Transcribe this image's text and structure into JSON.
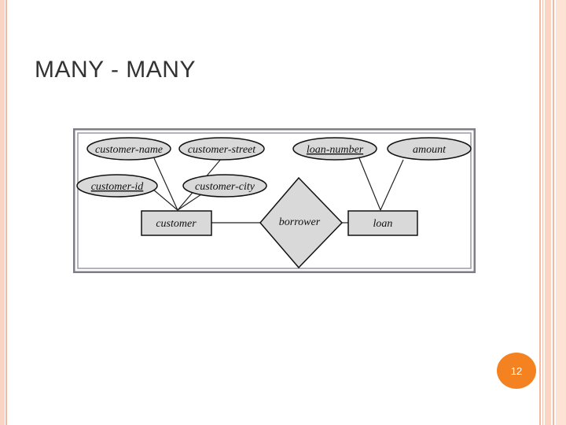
{
  "slide": {
    "title": "MANY - MANY",
    "page_number": "12"
  },
  "diagram": {
    "attributes": {
      "customer_name": "customer-name",
      "customer_street": "customer-street",
      "customer_id": "customer-id",
      "customer_city": "customer-city",
      "loan_number": "loan-number",
      "amount": "amount"
    },
    "entities": {
      "customer": "customer",
      "loan": "loan"
    },
    "relationship": {
      "borrower": "borrower"
    }
  },
  "colors": {
    "accent": "#f58220",
    "rule_light": "#fbd5c4",
    "rule_mid": "#f4b7a0",
    "shape_fill": "#d9d9d9",
    "frame": "#7d7d86"
  }
}
